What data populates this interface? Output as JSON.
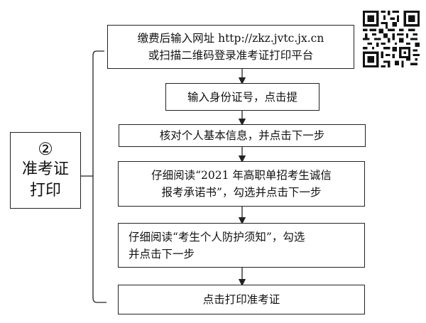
{
  "category": {
    "number": "②",
    "title_line1": "准考证",
    "title_line2": "打印"
  },
  "steps": [
    {
      "lines": [
        "缴费后输入网址 http://zkz.jvtc.jx.cn",
        "或扫描二维码登录准考证打印平台"
      ]
    },
    {
      "lines": [
        "输入身份证号，点击提"
      ]
    },
    {
      "lines": [
        "核对个人基本信息，并点击下一步"
      ]
    },
    {
      "lines": [
        "仔细阅读“2021 年高职单招考生诚信",
        "报考承诺书”，勾选并点击下一步"
      ]
    },
    {
      "lines": [
        "仔细阅读“考生个人防护须知”，勾选",
        "并点击下一步"
      ]
    },
    {
      "lines": [
        "点击打印准考证"
      ]
    }
  ],
  "qr_code": {
    "icon": "qr-code-icon"
  },
  "colors": {
    "line": "#222222",
    "text": "#111111",
    "background": "#ffffff"
  }
}
